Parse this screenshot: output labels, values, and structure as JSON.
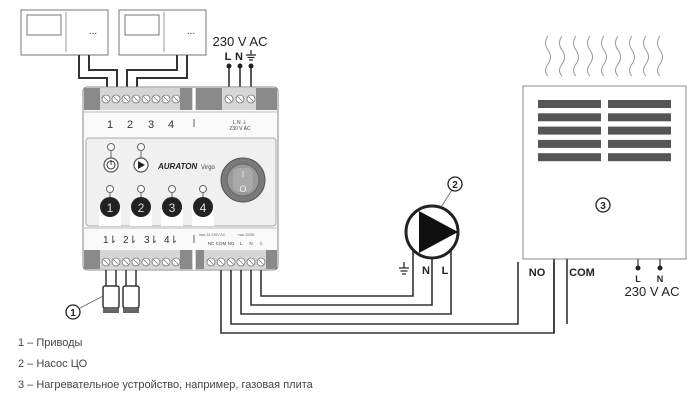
{
  "thermostats": [
    {
      "label": "..."
    },
    {
      "label": "..."
    }
  ],
  "supply_top": {
    "voltage": "230 V AC",
    "terminals": [
      "L",
      "N",
      "⏚"
    ]
  },
  "controller": {
    "brand": "AURATON",
    "model": "Virgo",
    "top_zone_labels": [
      "1",
      "2",
      "3",
      "4"
    ],
    "top_power_label": "L N ⏚",
    "top_power_sub": "230 V AC",
    "zone_buttons": [
      "1",
      "2",
      "3",
      "4"
    ],
    "power_icon": "power-icon",
    "play_icon": "play-icon",
    "switch_on": "I",
    "switch_off": "O",
    "bottom_zone_labels": [
      "1⇂",
      "2⇂",
      "3⇂",
      "4⇂"
    ],
    "relay_caption": "max 2A 230V AC",
    "pump_caption": "max 200W",
    "relay_terminals": [
      "NC",
      "COM",
      "NO"
    ],
    "pump_terminals": [
      "L",
      "N",
      "⏚"
    ]
  },
  "pump": {
    "number": "2",
    "terminals": [
      "⏚",
      "N",
      "L"
    ]
  },
  "heater": {
    "number": "3",
    "terminals_left": [
      "NO",
      "COM"
    ],
    "supply_terminals": [
      "L",
      "N"
    ],
    "supply_voltage": "230 V AC"
  },
  "actuators": {
    "number": "1"
  },
  "legend": [
    "1 – Приводы",
    "2 – Насос ЦО",
    "3 – Нагревательное устройство, например, газовая плита"
  ],
  "colors": {
    "line": "#333333",
    "panel": "#f2f2f2",
    "terminal": "#d9d9d9",
    "dark_block": "#8a8a8a",
    "button": "#222222",
    "vent": "#555555"
  }
}
